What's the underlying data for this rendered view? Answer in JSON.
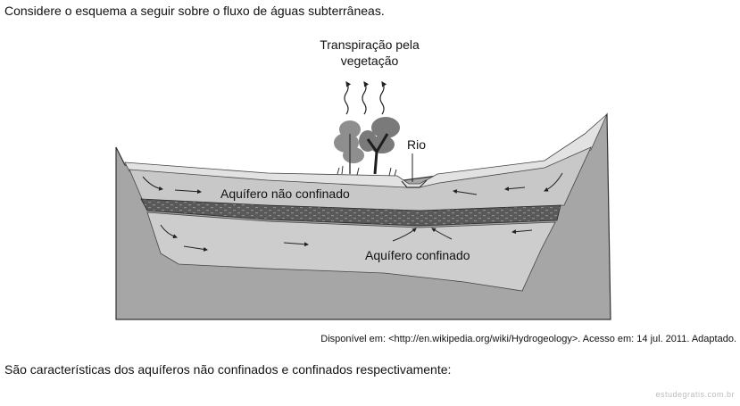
{
  "intro_text": "Considere o esquema a seguir sobre o fluxo de águas subterrâneas.",
  "diagram": {
    "labels": {
      "transpiration_line1": "Transpiração pela",
      "transpiration_line2": "vegetação",
      "river": "Rio",
      "unconfined_aquifer": "Aquífero não confinado",
      "confined_aquifer": "Aquífero confinado"
    },
    "colors": {
      "rock": "#a6a6a6",
      "unconfined_zone": "#c8c8c8",
      "confined_zone": "#cdcdcd",
      "confining_layer": "#595959",
      "surface_band": "#e2e2e2",
      "vegetation": "#8e8e8e"
    }
  },
  "source_text": "Disponível em: <http://en.wikipedia.org/wiki/Hydrogeology>. Acesso em: 14 jul. 2011. Adaptado.",
  "question_text": "São características dos aquíferos não confinados e confinados respectivamente:",
  "watermark": "estudegratis.com.br"
}
